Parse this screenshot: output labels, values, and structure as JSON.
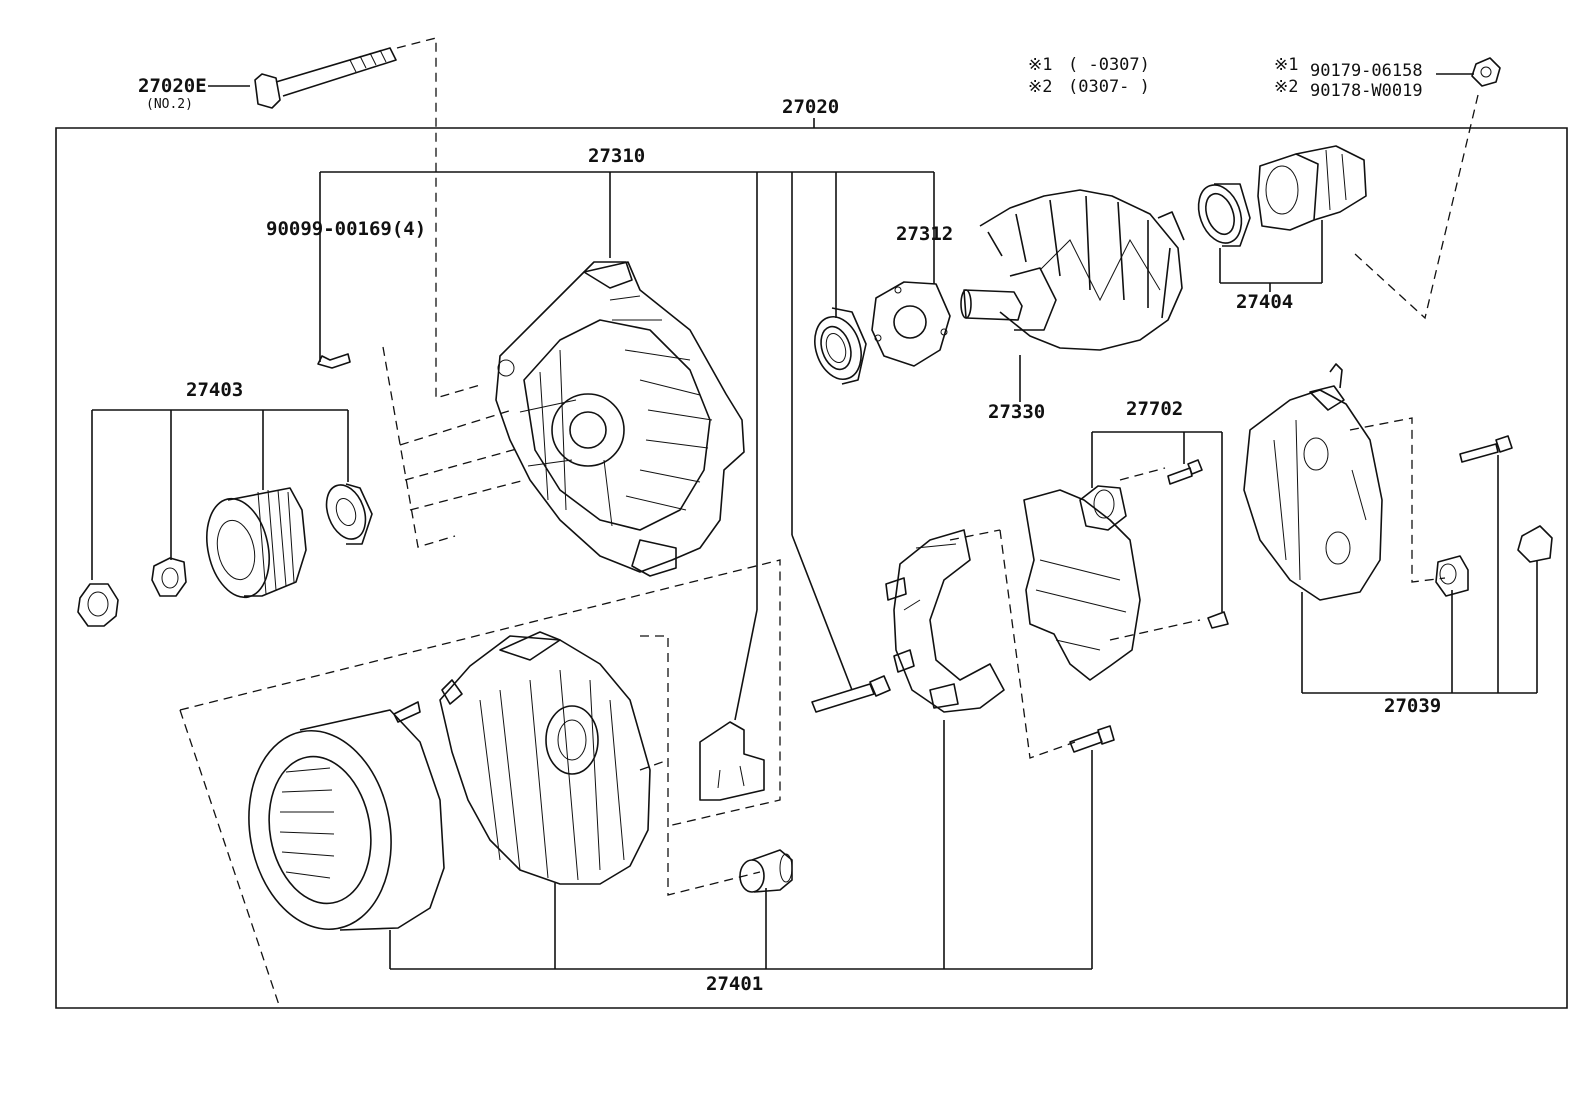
{
  "labels": {
    "assembly": "27020",
    "through_bolt": "27020E",
    "through_bolt_note": "(NO.2)",
    "drive_end_frame": "27310",
    "frame_screw": "90099-00169(4)",
    "retainer_plate": "27312",
    "rotor": "27330",
    "rear_bearing": "27404",
    "pulley_set": "27403",
    "regulator": "27702",
    "rectifier_end_cover": "27039",
    "rectifier_end_frame": "27401"
  },
  "notes": {
    "line1_mark": "※1",
    "line1_text": "(      -0307)",
    "line2_mark": "※2",
    "line2_text": "(0307-      )",
    "nut1_mark": "※1",
    "nut1_part": "90179-06158",
    "nut2_mark": "※2",
    "nut2_part": "90178-W0019"
  }
}
